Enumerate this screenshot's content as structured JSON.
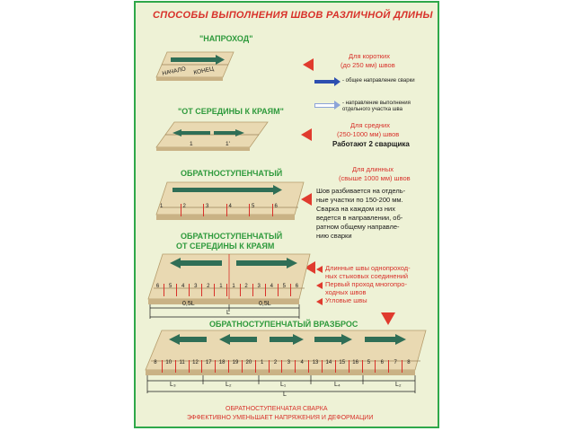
{
  "title": "СПОСОБЫ ВЫПОЛНЕНИЯ ШВОВ РАЗЛИЧНОЙ ДЛИНЫ",
  "sections": [
    {
      "heading": "\"НАПРОХОД\"",
      "start_label": "НАЧАЛО",
      "end_label": "КОНЕЦ",
      "info_red": [
        "Для коротких",
        "(до 250 мм) швов"
      ]
    },
    {
      "heading": "\"ОТ СЕРЕДИНЫ К КРАЯМ\"",
      "pass_labels": [
        "1",
        "1'"
      ],
      "info_red": [
        "Для средних",
        "(250-1000 мм) швов"
      ],
      "info_black": [
        "Работают 2 сварщика"
      ]
    },
    {
      "heading": "ОБРАТНОСТУПЕНЧАТЫЙ",
      "pass_labels": [
        "1",
        "2",
        "3",
        "4",
        "5",
        "6"
      ],
      "info_red": [
        "Для длинных",
        "(свыше 1000 мм) швов"
      ],
      "info_black": [
        "Шов разбивается на отдель-",
        "ные участки по 150-200 мм.",
        "Сварка на каждом из них",
        "ведется в направлении, об-",
        "ратном общему направле-",
        "нию сварки"
      ]
    },
    {
      "heading": [
        "ОБРАТНОСТУПЕНЧАТЫЙ",
        "ОТ СЕРЕДИНЫ К КРАЯМ"
      ],
      "pass_labels": [
        "6",
        "5",
        "4",
        "3",
        "2",
        "1",
        "1",
        "2",
        "3",
        "4",
        "5",
        "6"
      ],
      "bullets": [
        [
          "Длинные швы однопроход-",
          "ных стыковых соединений"
        ],
        [
          "Первый проход многопро-",
          "ходных швов"
        ],
        [
          "Угловые швы"
        ]
      ],
      "dims": [
        "0,5L",
        "0,5L",
        "L"
      ]
    },
    {
      "heading": "ОБРАТНОСТУПЕНЧАТЫЙ ВРАЗБРОС",
      "pass_labels": [
        "8",
        "10",
        "11",
        "12",
        "17",
        "18",
        "19",
        "20",
        "1",
        "2",
        "3",
        "4",
        "13",
        "14",
        "15",
        "16",
        "5",
        "6",
        "7",
        "8"
      ],
      "dims": [
        "L₃",
        "L₂",
        "L₁",
        "L₄",
        "L₂",
        "L"
      ]
    }
  ],
  "legend": {
    "general_direction": "- общее направление сварки",
    "segment_direction": [
      "- направление выполнения",
      "отдельного участка шва"
    ]
  },
  "footer": [
    "ОБРАТНОСТУПЕНЧАТАЯ СВАРКА",
    "ЭФФЕКТИВНО УМЕНЬШАЕТ НАПРЯЖЕНИЯ И ДЕФОРМАЦИИ"
  ],
  "colors": {
    "frame": "#2fa84a",
    "poster_bg": "#eef2d6",
    "plate": "#e9d9b2",
    "plate_side": "#c9b285",
    "arrow": "#2f6e56",
    "accent_red": "#e03b2e",
    "heading_green": "#2e9a3c",
    "legend_blue": "#2d4fb0"
  }
}
